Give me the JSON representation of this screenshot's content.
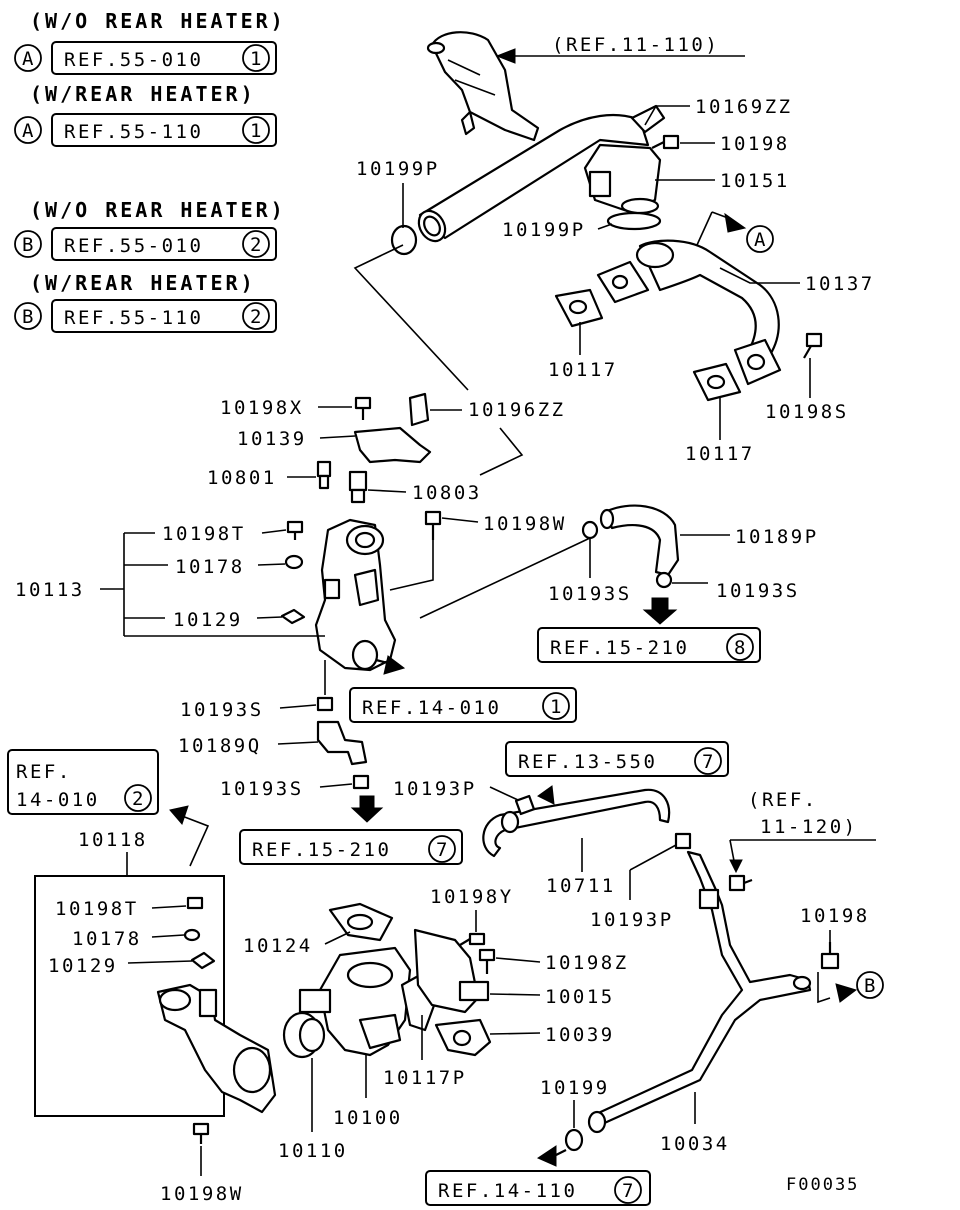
{
  "legend": {
    "headers": [
      "(W/O REAR HEATER)",
      "(W/REAR HEATER)",
      "(W/O REAR HEATER)",
      "(W/REAR HEATER)"
    ],
    "entries": [
      {
        "marker": "A",
        "ref": "REF.55-010",
        "num": "1"
      },
      {
        "marker": "A",
        "ref": "REF.55-110",
        "num": "1"
      },
      {
        "marker": "B",
        "ref": "REF.55-010",
        "num": "2"
      },
      {
        "marker": "B",
        "ref": "REF.55-110",
        "num": "2"
      }
    ]
  },
  "refs": {
    "r11_110": "(REF.11-110)",
    "r15_210_8": {
      "ref": "REF.15-210",
      "num": "8"
    },
    "r14_010_1": {
      "ref": "REF.14-010",
      "num": "1"
    },
    "r14_010_2": {
      "line1": "REF.",
      "line2": "14-010",
      "num": "2"
    },
    "r13_550_7": {
      "ref": "REF.13-550",
      "num": "7"
    },
    "r15_210_7": {
      "ref": "REF.15-210",
      "num": "7"
    },
    "r11_120_a": "(REF.",
    "r11_120_b": "11-120)",
    "r14_110_7": {
      "ref": "REF.14-110",
      "num": "7"
    }
  },
  "markers": {
    "a": "A",
    "b": "B"
  },
  "parts": {
    "p10169ZZ": "10169ZZ",
    "p10198_top": "10198",
    "p10151": "10151",
    "p10199P_a": "10199P",
    "p10199P_b": "10199P",
    "p10137": "10137",
    "p10117_a": "10117",
    "p10117_b": "10117",
    "p10198S": "10198S",
    "p10198X": "10198X",
    "p10196ZZ": "10196ZZ",
    "p10139": "10139",
    "p10801": "10801",
    "p10803": "10803",
    "p10198T_a": "10198T",
    "p10198W_a": "10198W",
    "p10178_a": "10178",
    "p10113": "10113",
    "p10129_a": "10129",
    "p10189P": "10189P",
    "p10193S_a": "10193S",
    "p10193S_b": "10193S",
    "p10193S_c": "10193S",
    "p10189Q": "10189Q",
    "p10193S_d": "10193S",
    "p10193P_a": "10193P",
    "p10118": "10118",
    "p10198T_b": "10198T",
    "p10178_b": "10178",
    "p10129_b": "10129",
    "p10124": "10124",
    "p10198Y": "10198Y",
    "p10198Z": "10198Z",
    "p10015": "10015",
    "p10039": "10039",
    "p10117P": "10117P",
    "p10100": "10100",
    "p10110": "10110",
    "p10198W_b": "10198W",
    "p10711": "10711",
    "p10193P_b": "10193P",
    "p10198_right": "10198",
    "p10199": "10199",
    "p10034": "10034"
  },
  "figure_code": "F00035"
}
